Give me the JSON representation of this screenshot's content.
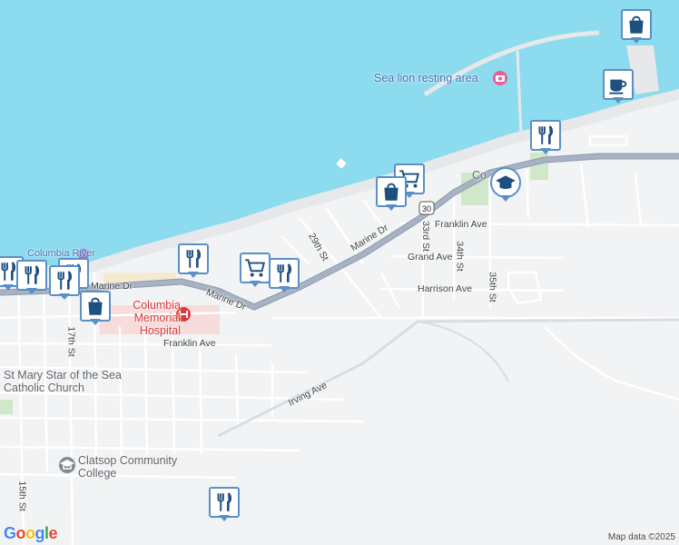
{
  "map": {
    "colors": {
      "water": "#8ddbef",
      "land": "#f2f3f4",
      "road": "#ffffff",
      "highway": "#a7b3c2",
      "marker": "#5a8fc9",
      "icon": "#1d4f7f"
    },
    "water_label": "Sea lion resting area",
    "river_label": "Columbia River",
    "hospital_label": "Columbia Memorial Hospital",
    "hospital_icon": "hospital-cross-icon",
    "church_label": "St Mary Star of the Sea Catholic Church",
    "college_label": "Clatsop Community College",
    "college_icon": "graduation-cap-icon",
    "camera_icon": "camera-icon",
    "route_shield": "30",
    "coast_label": "Co",
    "streets": {
      "marine_dr_a": "Marine Dr",
      "marine_dr_b": "Marine Dr",
      "marine_dr_c": "Marine Dr",
      "franklin_ave_e": "Franklin Ave",
      "franklin_ave_w": "Franklin Ave",
      "grand_ave": "Grand Ave",
      "harrison_ave": "Harrison Ave",
      "irving_ave": "Irving Ave",
      "st_29": "29th St",
      "st_33": "33rd St",
      "st_34": "34th St",
      "st_35": "35th St",
      "st_17": "17th St",
      "st_15": "15th St"
    },
    "markers": [
      {
        "name": "shopping-bag-marker-top",
        "icon": "shopping-bag-icon"
      },
      {
        "name": "coffee-marker",
        "icon": "coffee-cup-icon"
      },
      {
        "name": "restaurant-marker-east",
        "icon": "fork-knife-icon"
      },
      {
        "name": "college-marker",
        "icon": "graduation-cap-icon"
      },
      {
        "name": "shopping-cart-marker-east",
        "icon": "shopping-cart-icon"
      },
      {
        "name": "shopping-bag-marker-east",
        "icon": "shopping-bag-icon"
      },
      {
        "name": "restaurant-marker-mid",
        "icon": "fork-knife-icon"
      },
      {
        "name": "shopping-cart-marker-mid",
        "icon": "shopping-cart-icon"
      },
      {
        "name": "restaurant-marker-mid2",
        "icon": "fork-knife-icon"
      },
      {
        "name": "shopping-bag-marker-west",
        "icon": "shopping-bag-icon"
      },
      {
        "name": "restaurant-marker-south",
        "icon": "fork-knife-icon"
      }
    ],
    "attribution": "Map data ©2025",
    "logo": "Google"
  }
}
